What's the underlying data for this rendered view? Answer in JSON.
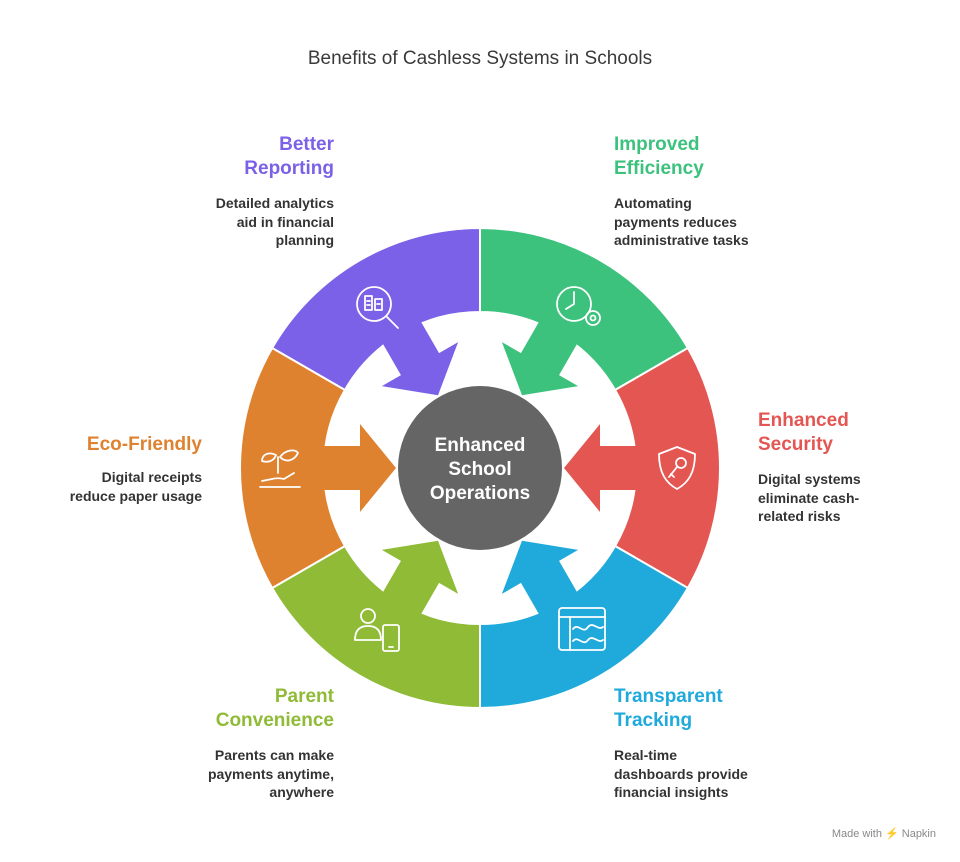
{
  "title": "Benefits of Cashless Systems in Schools",
  "center": {
    "lines": [
      "Enhanced",
      "School",
      "Operations"
    ]
  },
  "segments": [
    {
      "heading": [
        "Better",
        "Reporting"
      ],
      "description": [
        "Detailed analytics",
        "aid in financial",
        "planning"
      ],
      "color": "#7b61e8",
      "icon": "report-search-icon"
    },
    {
      "heading": [
        "Improved",
        "Efficiency"
      ],
      "description": [
        "Automating",
        "payments reduces",
        "administrative tasks"
      ],
      "color": "#3cc27d",
      "icon": "clock-gear-icon"
    },
    {
      "heading": [
        "Enhanced",
        "Security"
      ],
      "description": [
        "Digital systems",
        "eliminate cash-",
        "related risks"
      ],
      "color": "#e45652",
      "icon": "shield-key-icon"
    },
    {
      "heading": [
        "Transparent",
        "Tracking"
      ],
      "description": [
        "Real-time",
        "dashboards provide",
        "financial insights"
      ],
      "color": "#1faadb",
      "icon": "dashboard-icon"
    },
    {
      "heading": [
        "Parent",
        "Convenience"
      ],
      "description": [
        "Parents can make",
        "payments anytime,",
        "anywhere"
      ],
      "color": "#8fbb37",
      "icon": "parent-phone-icon"
    },
    {
      "heading": [
        "Eco-Friendly"
      ],
      "description": [
        "Digital receipts",
        "reduce paper usage"
      ],
      "color": "#df8230",
      "icon": "plant-hand-icon"
    }
  ],
  "center_color": "#656565",
  "watermark": "Made with ⚡ Napkin"
}
